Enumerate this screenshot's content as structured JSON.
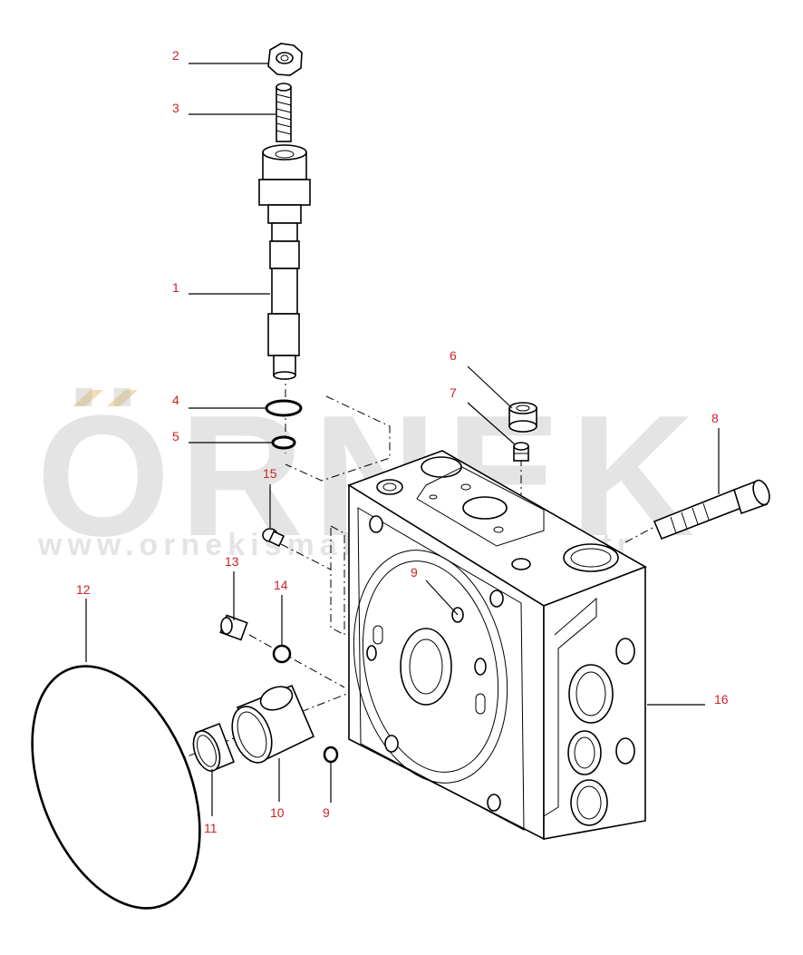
{
  "watermark": {
    "brand": "ÖRNEK",
    "url": "www.ornekismakinalari.com.tr",
    "accent_color": "#f1dfb0",
    "text_color": "#b3b3b3"
  },
  "callouts": [
    {
      "id": "c2",
      "label": "2"
    },
    {
      "id": "c3",
      "label": "3"
    },
    {
      "id": "c1",
      "label": "1"
    },
    {
      "id": "c4",
      "label": "4"
    },
    {
      "id": "c5",
      "label": "5"
    },
    {
      "id": "c15",
      "label": "15"
    },
    {
      "id": "c6",
      "label": "6"
    },
    {
      "id": "c7",
      "label": "7"
    },
    {
      "id": "c8",
      "label": "8"
    },
    {
      "id": "c9a",
      "label": "9"
    },
    {
      "id": "c13",
      "label": "13"
    },
    {
      "id": "c14",
      "label": "14"
    },
    {
      "id": "c12",
      "label": "12"
    },
    {
      "id": "c16",
      "label": "16"
    },
    {
      "id": "c11",
      "label": "11"
    },
    {
      "id": "c10",
      "label": "10"
    },
    {
      "id": "c9b",
      "label": "9"
    }
  ],
  "callout_color": "#d0202a"
}
